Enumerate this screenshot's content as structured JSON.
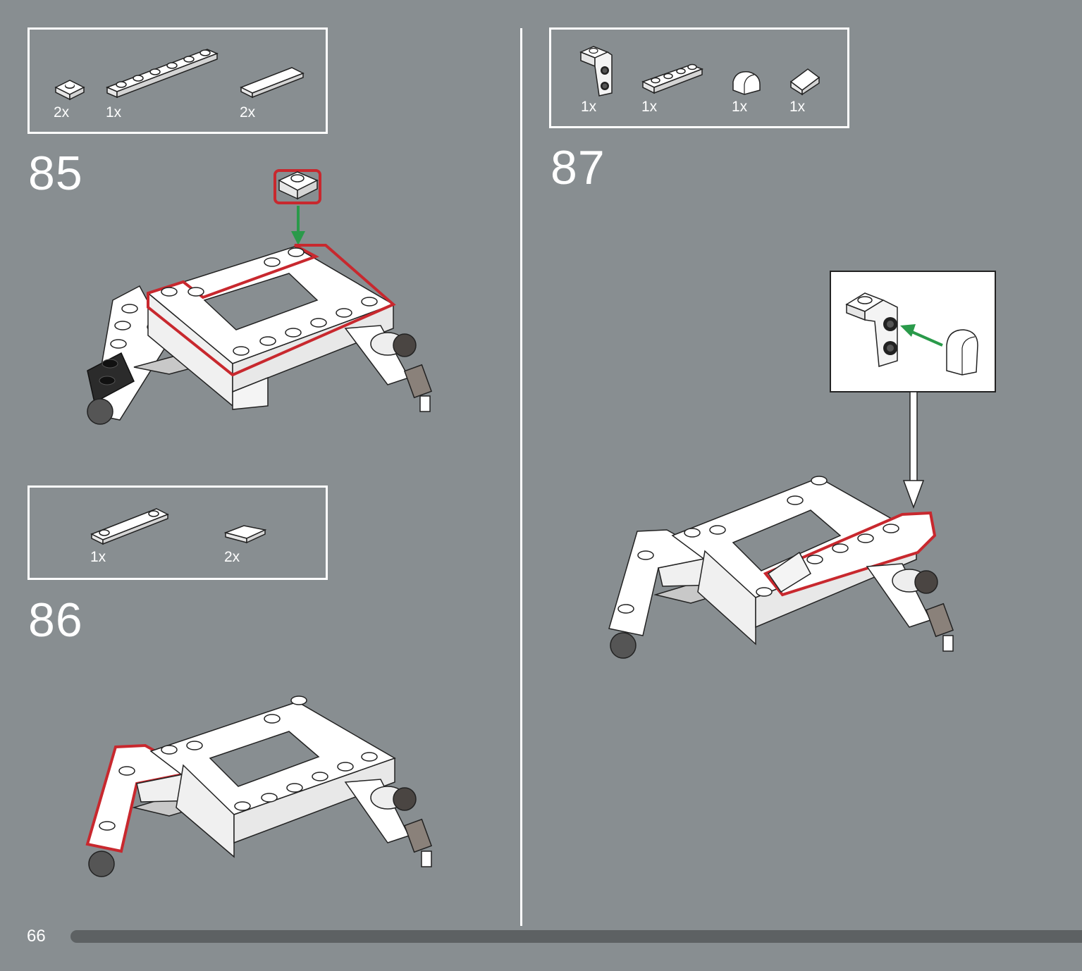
{
  "page": {
    "number": "66",
    "progress": 1.0
  },
  "steps": [
    {
      "number": "85",
      "parts": [
        {
          "qty": "2x",
          "icon": "plate-1x1-white"
        },
        {
          "qty": "1x",
          "icon": "plate-1x6-white"
        },
        {
          "qty": "2x",
          "icon": "tile-1x4-white"
        }
      ]
    },
    {
      "number": "86",
      "parts": [
        {
          "qty": "1x",
          "icon": "plate-1x4-two-studs-white"
        },
        {
          "qty": "2x",
          "icon": "wedge-tile-white"
        }
      ]
    },
    {
      "number": "87",
      "parts": [
        {
          "qty": "1x",
          "icon": "bracket-1x1-1x2-white"
        },
        {
          "qty": "1x",
          "icon": "plate-1x4-white"
        },
        {
          "qty": "1x",
          "icon": "curved-slope-white"
        },
        {
          "qty": "1x",
          "icon": "slope-white"
        }
      ]
    }
  ],
  "colors": {
    "background": "#888e91",
    "highlight": "#c8282e",
    "arrow_add": "#2a9a4a",
    "progress": "#5d6163"
  }
}
